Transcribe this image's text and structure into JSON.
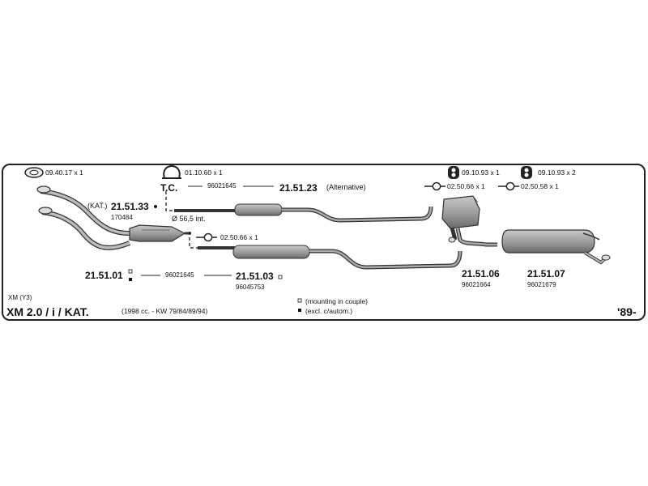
{
  "diagram": {
    "model_label": "XM (Y3)",
    "model_title": "XM 2.0 / i / KAT.",
    "engine_info": "(1998 cc. - KW 79/84/89/94)",
    "year": "'89-",
    "legend": {
      "couple": "(mounting in couple)",
      "excl": "(excl. c/autom.)"
    },
    "hardware": [
      {
        "text": "09.40.17 x 1",
        "icon": "gasket-ring-icon"
      },
      {
        "text": "01.10.60 x 1",
        "icon": "clamp-u-icon"
      },
      {
        "text": "09.10.93 x 1",
        "icon": "rubber-hanger-icon"
      },
      {
        "text": "09.10.93 x 2",
        "icon": "rubber-hanger-icon"
      },
      {
        "text": "02.50.66 x 1",
        "icon": "clamp-band-icon"
      },
      {
        "text": "02.50.58 x 1",
        "icon": "clamp-band-icon"
      },
      {
        "text": "02.50.66 x 1",
        "icon": "clamp-band-icon"
      }
    ],
    "parts": {
      "kat_prefix": "(KAT.)",
      "p_21_51_33": "21.51.33",
      "p_21_51_33_sub": "170484",
      "tc": "T.C.",
      "oem_upper": "96021645",
      "p_21_51_23": "21.51.23",
      "p_21_51_23_note": "(Alternative)",
      "diameter": "Ø 56,5 int.",
      "p_21_51_01": "21.51.01",
      "oem_lower": "96021645",
      "p_21_51_03": "21.51.03",
      "p_21_51_03_sub": "96045753",
      "p_21_51_06": "21.51.06",
      "p_21_51_06_sub": "96021664",
      "p_21_51_07": "21.51.07",
      "p_21_51_07_sub": "96021679"
    }
  }
}
